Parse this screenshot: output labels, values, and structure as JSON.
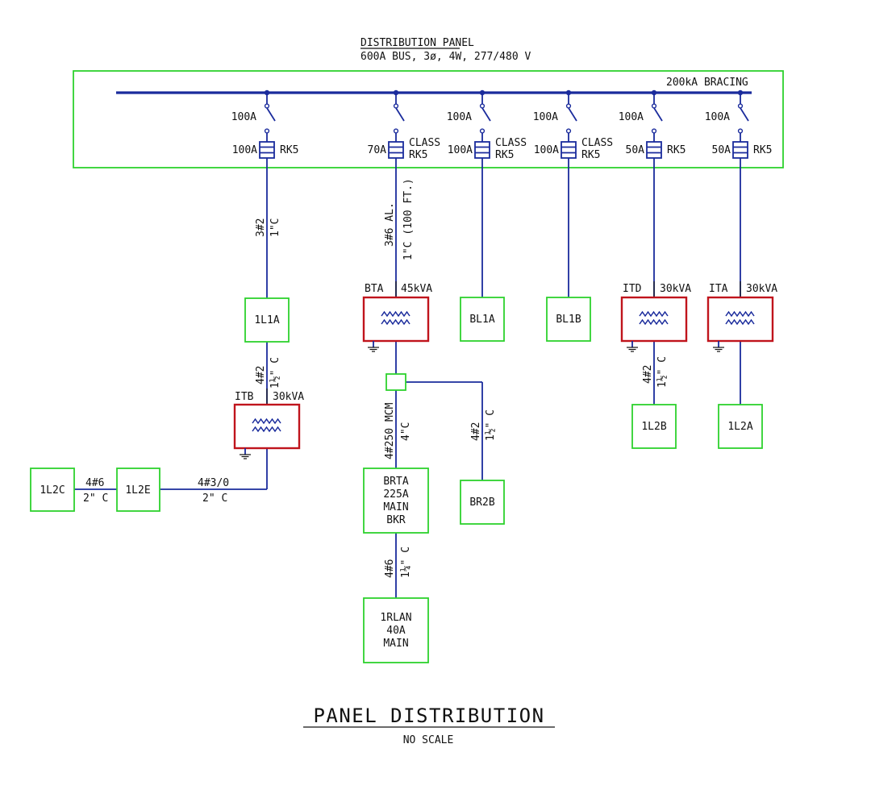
{
  "header": {
    "title": "DISTRIBUTION PANEL",
    "subtitle": "600A BUS, 3ø, 4W, 277/480 V",
    "bracing": "200kA BRACING"
  },
  "feeders": [
    {
      "switch_rating": "100A",
      "fuse_rating": "100A",
      "fuse_class": "RK5",
      "fuse_class_line2": ""
    },
    {
      "switch_rating": "",
      "fuse_rating": "70A",
      "fuse_class": "CLASS",
      "fuse_class_line2": "RK5"
    },
    {
      "switch_rating": "100A",
      "fuse_rating": "100A",
      "fuse_class": "CLASS",
      "fuse_class_line2": "RK5"
    },
    {
      "switch_rating": "100A",
      "fuse_rating": "100A",
      "fuse_class": "CLASS",
      "fuse_class_line2": "RK5"
    },
    {
      "switch_rating": "100A",
      "fuse_rating": "50A",
      "fuse_class": "RK5",
      "fuse_class_line2": ""
    },
    {
      "switch_rating": "100A",
      "fuse_rating": "50A",
      "fuse_class": "RK5",
      "fuse_class_line2": ""
    }
  ],
  "conductors": {
    "f1": {
      "l1": "3#2",
      "l2": "1\"C"
    },
    "f2": {
      "l1": "3#6 AL.",
      "l2": "1\"C (100 FT.)"
    },
    "l1a_itb": {
      "l1": "4#2",
      "l2": "1½\" C"
    },
    "bta_brta": {
      "l1": "4#250 MCM",
      "l2": "4\"C"
    },
    "br2b": {
      "l1": "4#2",
      "l2": "1½\" C"
    },
    "brta_rlan": {
      "l1": "4#6",
      "l2": "1¼\" C"
    },
    "itd_1l2b": {
      "l1": "4#2",
      "l2": "1½\" C"
    },
    "itb_1l2e": {
      "l1": "4#3/0",
      "l2": "2\" C"
    },
    "1l2e_1l2c": {
      "l1": "4#6",
      "l2": "2\" C"
    }
  },
  "transformers": {
    "bta": {
      "name": "BTA",
      "rating": "45kVA"
    },
    "itd": {
      "name": "ITD",
      "rating": "30kVA"
    },
    "ita": {
      "name": "ITA",
      "rating": "30kVA"
    },
    "itb": {
      "name": "ITB",
      "rating": "30kVA"
    }
  },
  "panels": {
    "l1a": "1L1A",
    "bl1a": "BL1A",
    "bl1b": "BL1B",
    "l2b": "1L2B",
    "l2a": "1L2A",
    "br2b": "BR2B",
    "l2e": "1L2E",
    "l2c": "1L2C"
  },
  "brta": {
    "l1": "BRTA",
    "l2": "225A",
    "l3": "MAIN",
    "l4": "BKR"
  },
  "rlan": {
    "l1": "1RLAN",
    "l2": "40A",
    "l3": "MAIN"
  },
  "footer": {
    "title": "PANEL DISTRIBUTION",
    "note": "NO SCALE"
  },
  "colors": {
    "wire": "#1a2b9c",
    "panel_box": "#2ed12e",
    "transformer_box": "#c0141c"
  }
}
